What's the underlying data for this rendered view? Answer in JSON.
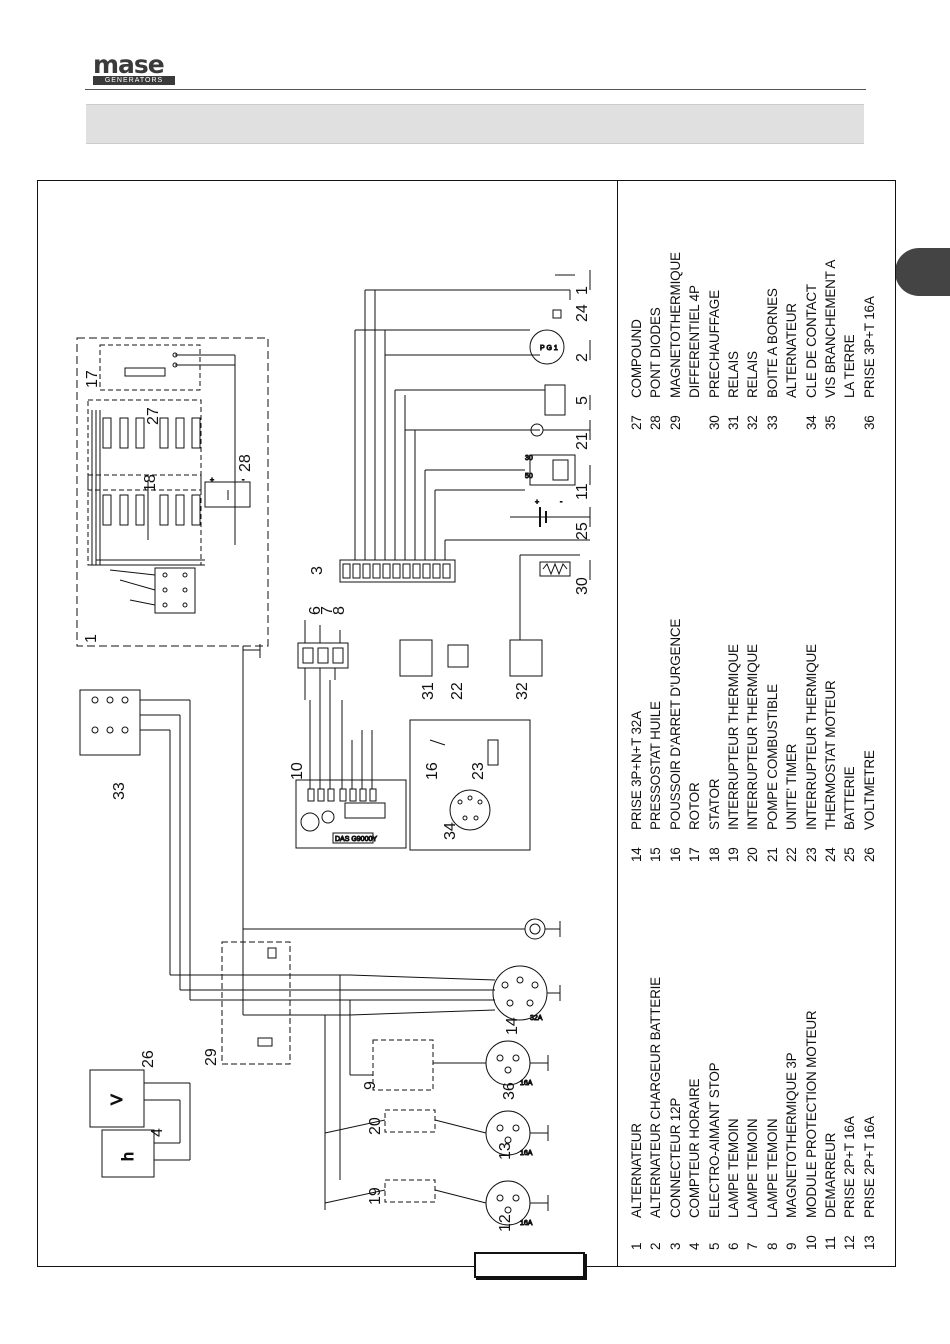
{
  "brand": {
    "name": "mase",
    "sub": "GENERATORS"
  },
  "legend": [
    {
      "n": "1",
      "t": "ALTERNATEUR"
    },
    {
      "n": "2",
      "t": "ALTERNATEUR CHARGEUR BATTERIE"
    },
    {
      "n": "3",
      "t": "CONNECTEUR 12P"
    },
    {
      "n": "4",
      "t": "COMPTEUR HORAIRE"
    },
    {
      "n": "5",
      "t": "ELECTRO-AIMANT STOP"
    },
    {
      "n": "6",
      "t": "LAMPE TEMOIN"
    },
    {
      "n": "7",
      "t": "LAMPE TEMOIN"
    },
    {
      "n": "8",
      "t": "LAMPE TEMOIN"
    },
    {
      "n": "9",
      "t": "MAGNETOTHERMIQUE 3P"
    },
    {
      "n": "10",
      "t": "MODULE PROTECTION MOTEUR"
    },
    {
      "n": "11",
      "t": "DEMARREUR"
    },
    {
      "n": "12",
      "t": "PRISE 2P+T 16A"
    },
    {
      "n": "13",
      "t": "PRISE 2P+T 16A"
    },
    {
      "n": "14",
      "t": "PRISE 3P+N+T 32A"
    },
    {
      "n": "15",
      "t": "PRESSOSTAT HUILE"
    },
    {
      "n": "16",
      "t": "POUSSOIR D'ARRET D'URGENCE"
    },
    {
      "n": "17",
      "t": "ROTOR"
    },
    {
      "n": "18",
      "t": "STATOR"
    },
    {
      "n": "19",
      "t": "INTERRUPTEUR THERMIQUE"
    },
    {
      "n": "20",
      "t": "INTERRUPTEUR THERMIQUE"
    },
    {
      "n": "21",
      "t": "POMPE COMBUSTIBLE"
    },
    {
      "n": "22",
      "t": "UNITE' TIMER"
    },
    {
      "n": "23",
      "t": "INTERRUPTEUR THERMIQUE"
    },
    {
      "n": "24",
      "t": "THERMOSTAT MOTEUR"
    },
    {
      "n": "25",
      "t": "BATTERIE"
    },
    {
      "n": "26",
      "t": "VOLTMETRE"
    },
    {
      "n": "27",
      "t": "COMPOUND"
    },
    {
      "n": "28",
      "t": "PONT DIODES"
    },
    {
      "n": "29",
      "t": "MAGNETOTHERMIQUE"
    },
    {
      "n": "",
      "t": "DIFFERENTIEL 4P"
    },
    {
      "n": "30",
      "t": "PRECHAUFFAGE"
    },
    {
      "n": "31",
      "t": "RELAIS"
    },
    {
      "n": "32",
      "t": "RELAIS"
    },
    {
      "n": "33",
      "t": "BOITE A BORNES"
    },
    {
      "n": "",
      "t": "ALTERNATEUR"
    },
    {
      "n": "34",
      "t": "CLE DE CONTACT"
    },
    {
      "n": "35",
      "t": "VIS BRANCHEMENT A"
    },
    {
      "n": "",
      "t": "LA TERRE"
    },
    {
      "n": "36",
      "t": "PRISE 3P+T 16A"
    }
  ],
  "diagram": {
    "labels": {
      "l1": "1",
      "l17": "17",
      "l27": "27",
      "l18": "18",
      "l28": "28",
      "l3": "3",
      "l6": "6",
      "l7": "7",
      "l8": "8",
      "l10": "10",
      "l16": "16",
      "l31": "31",
      "l22": "22",
      "l23": "23",
      "l32": "32",
      "l34": "34",
      "l24": "24",
      "l2": "2",
      "l5": "5",
      "l21": "21",
      "l11": "11",
      "l25": "25",
      "l30": "30",
      "l33": "33",
      "l26": "26",
      "l29": "29",
      "l4": "4",
      "l9": "9",
      "l20": "20",
      "l19": "19",
      "l14": "14",
      "l36": "36",
      "l13": "13",
      "l12": "12"
    },
    "meter_v": "V",
    "meter_h": "h",
    "socket_14": "32A",
    "socket_36": "16A",
    "socket_13": "16A",
    "socket_12": "16A",
    "module_code": "DAS G9000Y",
    "battery_plus": "+",
    "battery_minus": "-",
    "bridge_plus": "+",
    "bridge_minus": "-"
  }
}
